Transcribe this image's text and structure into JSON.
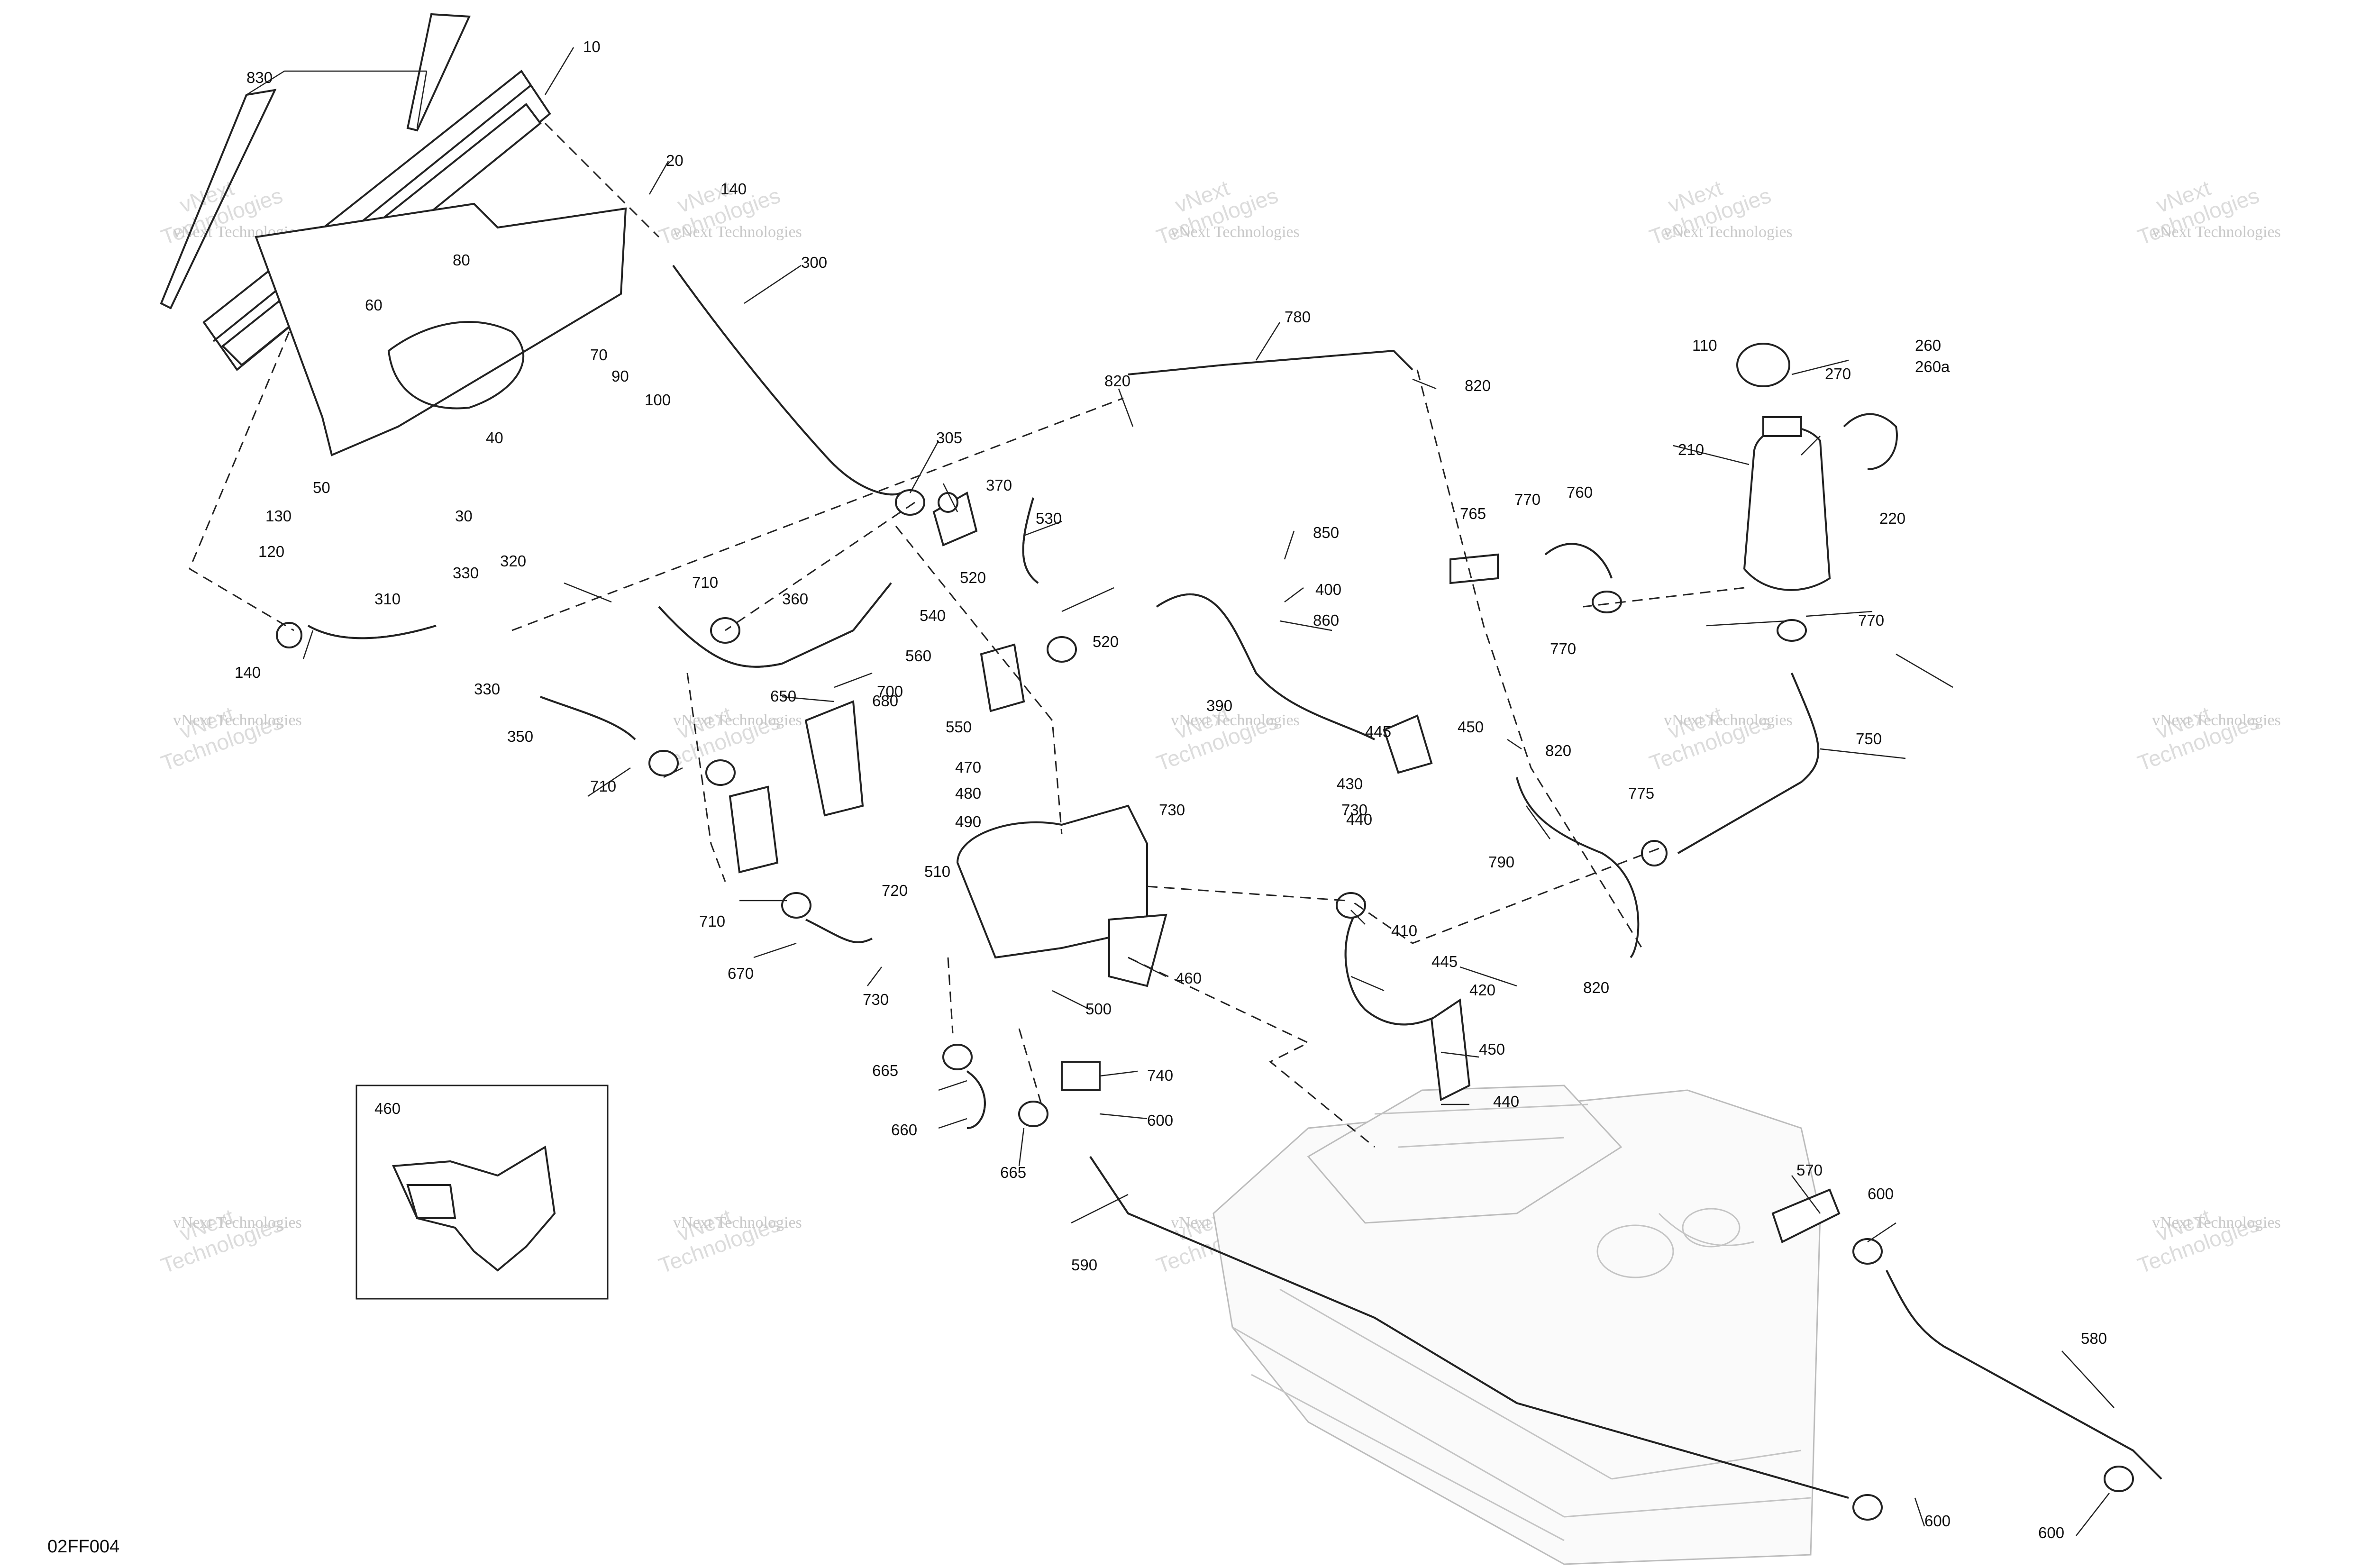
{
  "diagram": {
    "code": "02FF004",
    "inset_label": "460",
    "watermark": {
      "line1": "vNext Technologies",
      "line2": "vNext",
      "line3": "Technologies"
    },
    "callouts": [
      "10",
      "20",
      "30",
      "40",
      "50",
      "60",
      "70",
      "80",
      "90",
      "100",
      "110",
      "120",
      "130",
      "140",
      "140",
      "210",
      "220",
      "260",
      "260a",
      "270",
      "300",
      "305",
      "310",
      "320",
      "330",
      "330",
      "350",
      "360",
      "370",
      "390",
      "400",
      "410",
      "420",
      "430",
      "440",
      "440",
      "445",
      "445",
      "450",
      "450",
      "460",
      "470",
      "480",
      "490",
      "500",
      "510",
      "520",
      "520",
      "530",
      "540",
      "550",
      "560",
      "570",
      "580",
      "590",
      "600",
      "600",
      "600",
      "600",
      "650",
      "660",
      "665",
      "665",
      "670",
      "680",
      "700",
      "710",
      "710",
      "710",
      "720",
      "730",
      "730",
      "730",
      "740",
      "750",
      "760",
      "765",
      "770",
      "770",
      "770",
      "775",
      "780",
      "790",
      "820",
      "820",
      "820",
      "820",
      "830",
      "850",
      "860"
    ]
  }
}
